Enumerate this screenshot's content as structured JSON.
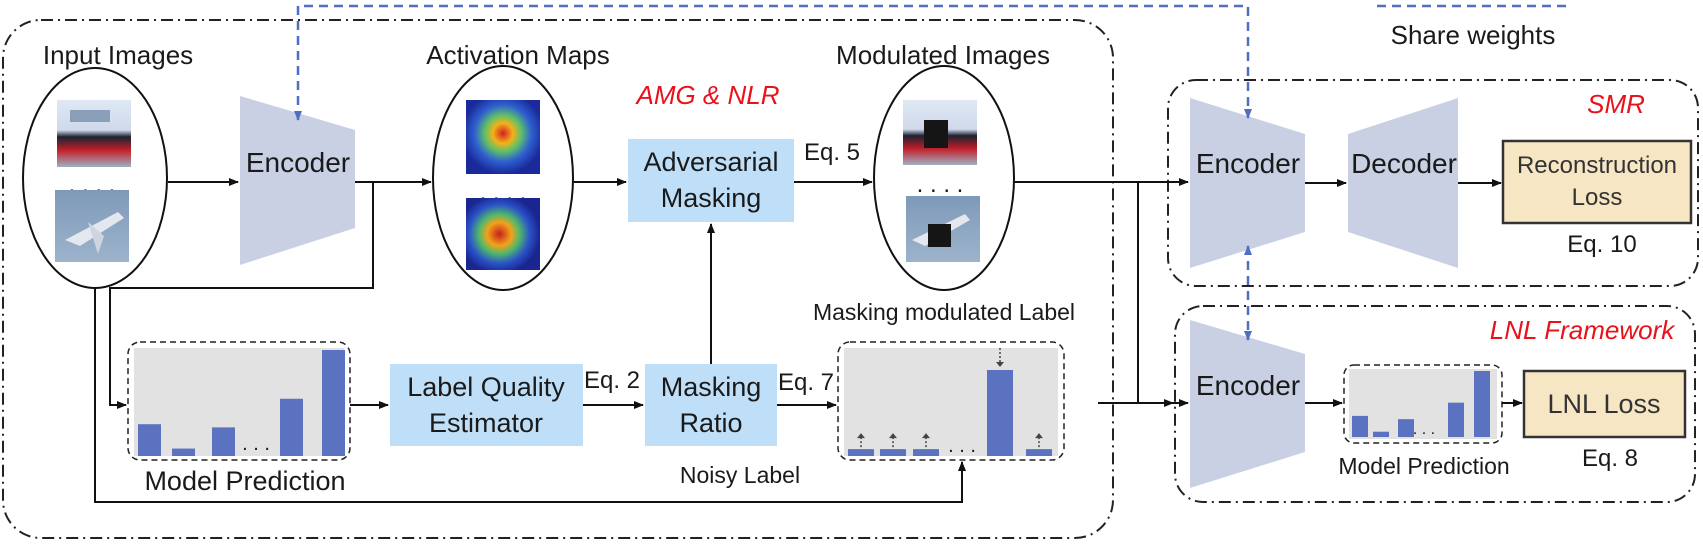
{
  "labels": {
    "input_images": "Input Images",
    "activation_maps": "Activation Maps",
    "modulated_images": "Modulated Images",
    "amg_nlr": "AMG & NLR",
    "share_weights": "Share weights",
    "smr": "SMR",
    "lnl_framework": "LNL Framework",
    "masking_modulated_label": "Masking modulated Label",
    "model_prediction_left": "Model Prediction",
    "model_prediction_right": "Model Prediction",
    "noisy_label": "Noisy Label",
    "dots": ". . . .",
    "bar_dots": ". . ."
  },
  "encoders": {
    "main": "Encoder",
    "smr": "Encoder",
    "lnl": "Encoder"
  },
  "decoder": "Decoder",
  "boxes": {
    "adv_mask_l1": "Adversarial",
    "adv_mask_l2": "Masking",
    "lqe_l1": "Label Quality",
    "lqe_l2": "Estimator",
    "mask_ratio_l1": "Masking",
    "mask_ratio_l2": "Ratio",
    "recon_l1": "Reconstruction",
    "recon_l2": "Loss",
    "lnl_loss": "LNL Loss"
  },
  "equations": {
    "eq5": "Eq. 5",
    "eq2": "Eq. 2",
    "eq7": "Eq. 7",
    "eq10": "Eq. 10",
    "eq8": "Eq. 8"
  },
  "colors": {
    "encoder_fill": "#c9d0e4",
    "process_box": "#bfdff8",
    "loss_box": "#f6e6c4",
    "bar": "#5b72c0",
    "arrow_dashed": "#4f6fc2",
    "red_text": "#e8121b",
    "panel_gray": "#e2e2e2"
  },
  "bars": {
    "left_prediction": [
      0.3,
      0.07,
      0.27,
      0.54,
      1.0
    ],
    "noisy_label": [
      0.08,
      0.08,
      0.08,
      1.0,
      0.08
    ],
    "right_prediction": [
      0.32,
      0.08,
      0.27,
      0.52,
      1.0
    ]
  }
}
